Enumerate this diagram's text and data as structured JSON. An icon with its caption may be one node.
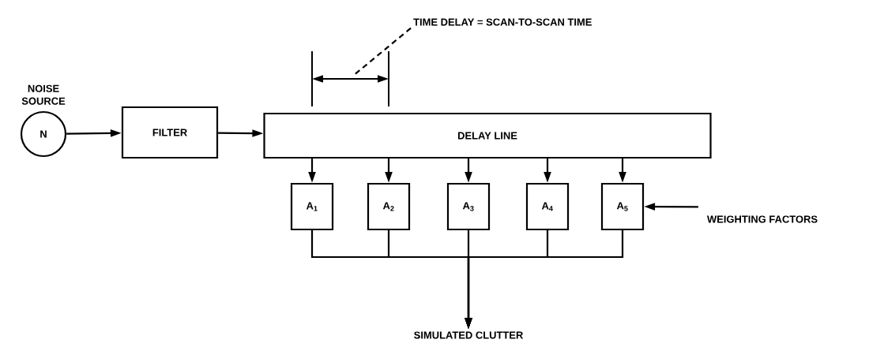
{
  "diagram": {
    "nodes": [
      {
        "text": [
          "N"
        ],
        "beside": [
          "NOISE SOURCE"
        ]
      },
      {
        "text": [
          "FILTER"
        ]
      },
      {
        "text": [
          "DELAY LINE"
        ]
      },
      {
        "text": [
          "A$_{1}$"
        ]
      },
      {
        "text": [
          "A$_{2}$"
        ]
      },
      {
        "text": [
          "A$_{3}$"
        ]
      },
      {
        "text": [
          "A$_{4}$"
        ]
      },
      {
        "text": [
          "A$_{5}$"
        ]
      },
      {
        "text": [
          "SIMULATED CLUTTER"
        ]
      },
      {
        "text": [
          "WEIGHTING FACTORS"
        ]
      },
      {
        "text": [
          "TIME DELAY = SCAN-TO-SCAN TIME"
        ]
      }
    ],
    "edges": [
      {
        "from": 0,
        "to": 1,
        "arrow": "to"
      },
      {
        "from": 1,
        "to": 2,
        "arrow": "to"
      },
      {
        "from": 2,
        "to": 3,
        "arrow": "to"
      },
      {
        "from": 2,
        "to": 4,
        "arrow": "to"
      },
      {
        "from": 2,
        "to": 5,
        "arrow": "to"
      },
      {
        "from": 2,
        "to": 6,
        "arrow": "to"
      },
      {
        "from": 2,
        "to": 7,
        "arrow": "to"
      },
      {
        "from": 3,
        "to": 8,
        "arrow": "to"
      },
      {
        "from": 4,
        "to": 8,
        "arrow": "to"
      },
      {
        "from": 5,
        "to": 8,
        "arrow": "to"
      },
      {
        "from": 6,
        "to": 8,
        "arrow": "to"
      },
      {
        "from": 7,
        "to": 8,
        "arrow": "to"
      },
      {
        "from": 9,
        "to": 7,
        "arrow": "to"
      },
      {
        "from": 10,
        "to": null,
        "arrow": "none",
        "style": "dashed"
      }
    ]
  }
}
